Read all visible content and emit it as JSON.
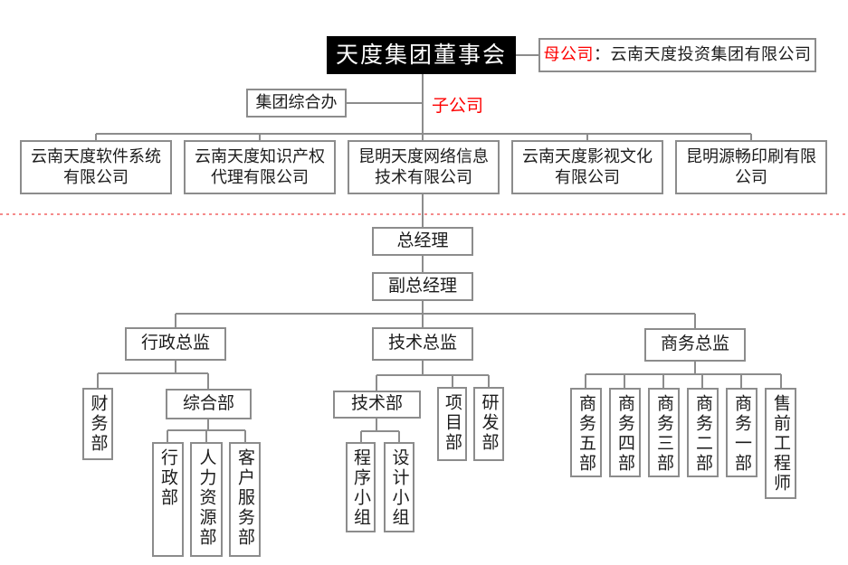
{
  "palette": {
    "accent_red": "#fe0000",
    "line_gray": "#8c8c8c",
    "separator_red": "#f58a8a",
    "root_bg": "#000000",
    "root_fg": "#ffffff"
  },
  "board": {
    "label": "天度集团董事会"
  },
  "parent_company": {
    "prefix": "母公司",
    "colon": "：",
    "name": "云南天度投资集团有限公司"
  },
  "group_office": {
    "label": "集团综合办"
  },
  "subsidiary_tag": {
    "label": "子公司"
  },
  "subsidiaries": [
    {
      "line1": "云南天度软件系统",
      "line2": "有限公司"
    },
    {
      "line1": "云南天度知识产权",
      "line2": "代理有限公司"
    },
    {
      "line1": "昆明天度网络信息",
      "line2": "技术有限公司"
    },
    {
      "line1": "云南天度影视文化",
      "line2": "有限公司"
    },
    {
      "line1": "昆明源畅印刷有限",
      "line2": "公司"
    }
  ],
  "management": {
    "general_manager": "总经理",
    "deputy_general_manager": "副总经理"
  },
  "directors": {
    "admin": "行政总监",
    "tech": "技术总监",
    "business": "商务总监"
  },
  "admin_branch": {
    "finance_dept": "财务部",
    "general_dept": "综合部",
    "general_dept_children": [
      "行政部",
      "人力资源部",
      "客户服务部"
    ]
  },
  "tech_branch": {
    "tech_dept": "技术部",
    "project_dept": "项目部",
    "rnd_dept": "研发部",
    "tech_dept_children": [
      "程序小组",
      "设计小组"
    ]
  },
  "business_branch": {
    "departments": [
      "商务五部",
      "商务四部",
      "商务三部",
      "商务二部",
      "商务一部",
      "售前工程师"
    ]
  }
}
